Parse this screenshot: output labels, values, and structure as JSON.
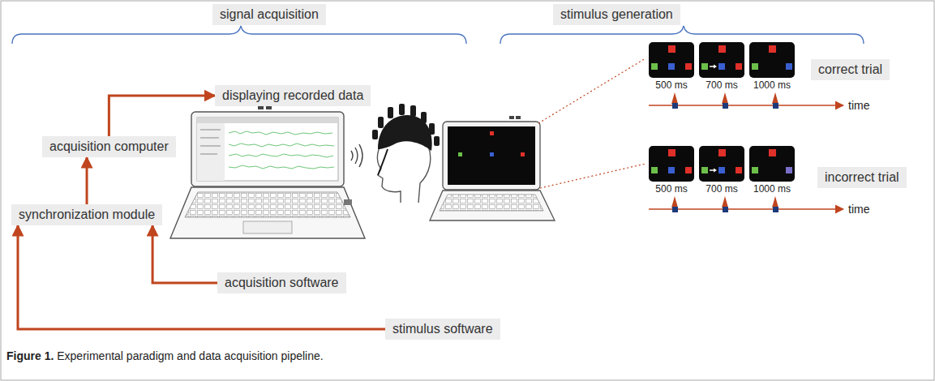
{
  "diagram": {
    "caption": "Figure 1. Experimental paradigm and data acquisition pipeline.",
    "nodes": [
      {
        "text": [
          "signal acquisition"
        ]
      },
      {
        "text": [
          "stimulus generation"
        ]
      },
      {
        "text": [
          "displaying recorded data"
        ]
      },
      {
        "text": [
          "acquisition computer"
        ]
      },
      {
        "text": [
          "synchronization module"
        ]
      },
      {
        "text": [
          "acquisition software"
        ]
      },
      {
        "text": [
          "stimulus software"
        ]
      },
      {
        "text": [
          "correct trial"
        ]
      },
      {
        "text": [
          "incorrect trial"
        ]
      }
    ],
    "edges": [
      {
        "from": 4,
        "to": 3,
        "arrow": "to"
      },
      {
        "from": 3,
        "to": 2,
        "arrow": "to"
      },
      {
        "from": 5,
        "to": 4,
        "arrow": "to"
      },
      {
        "from": 6,
        "to": 4,
        "arrow": "to"
      }
    ],
    "labels": [
      "500 ms",
      "700 ms",
      "1000 ms",
      "time",
      "500 ms",
      "700 ms",
      "1000 ms",
      "time"
    ]
  }
}
